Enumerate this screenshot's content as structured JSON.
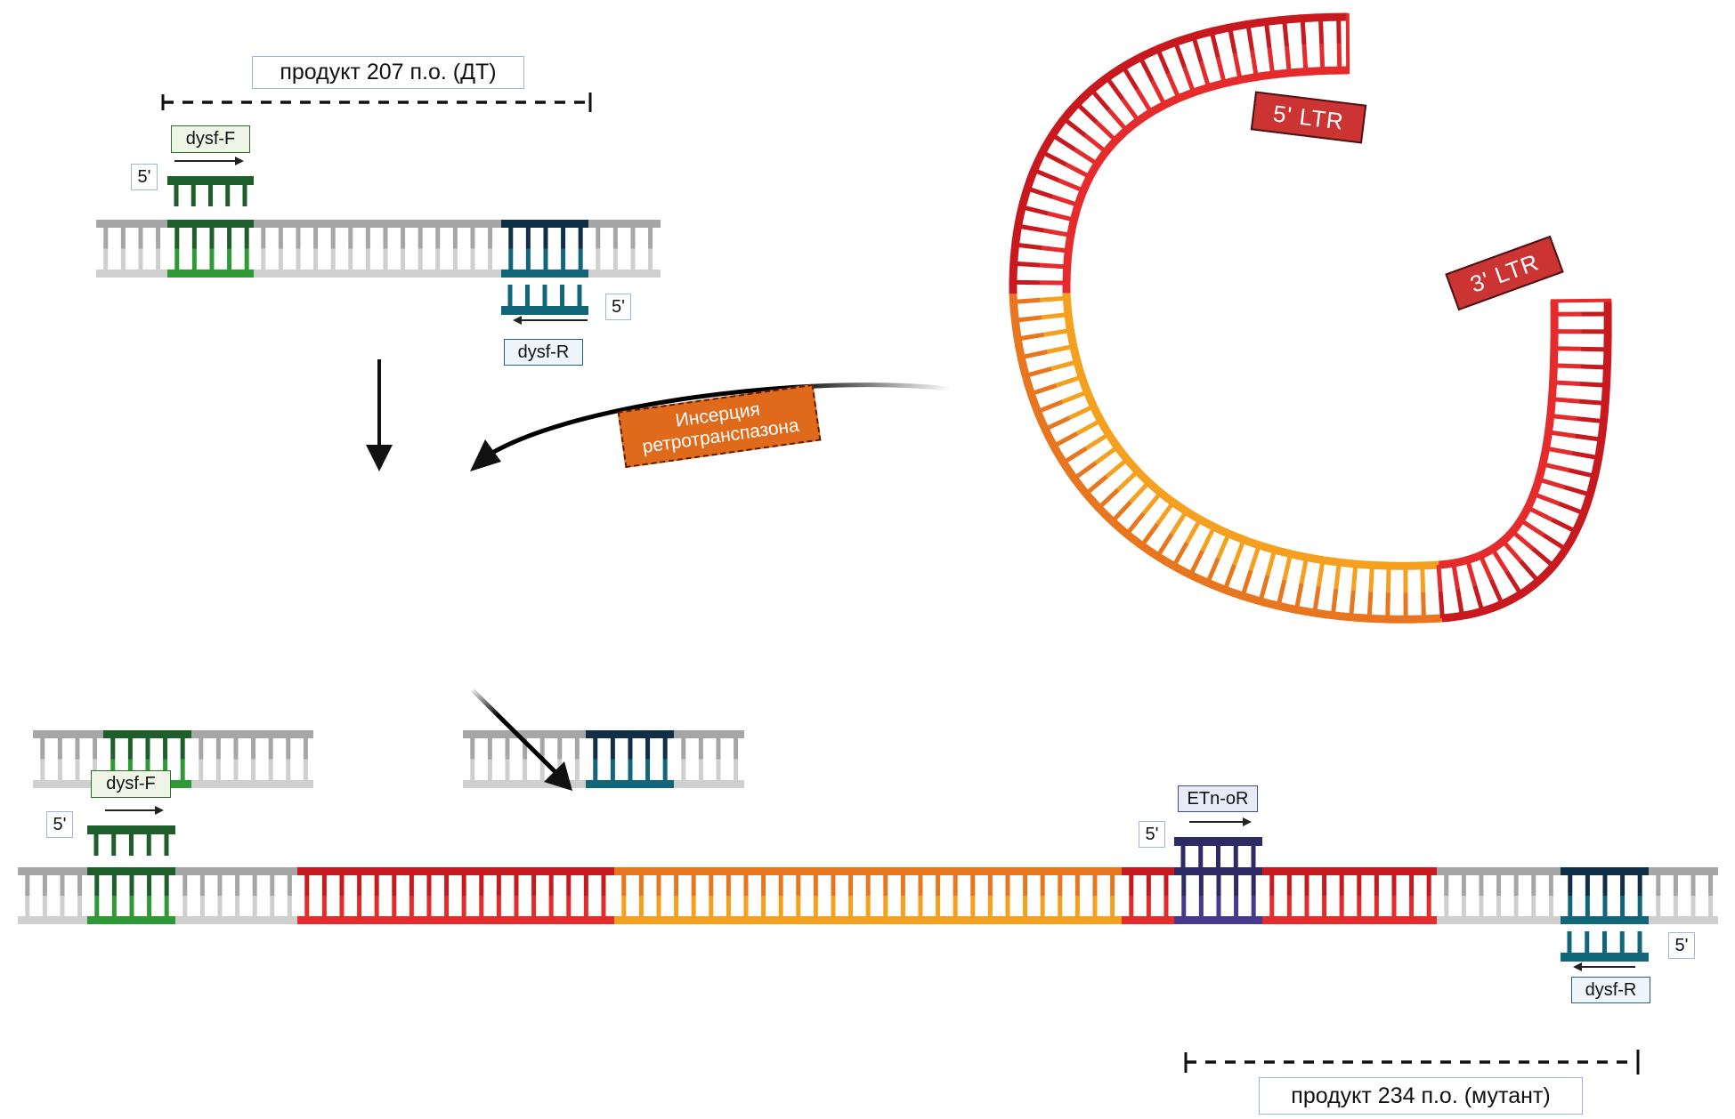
{
  "title": "Retrotransposon insertion into dysf gene and PCR genotyping scheme",
  "colors": {
    "dna_rail_top": "#A6A6A6",
    "dna_rail_bottom": "#CFCFCF",
    "primer_f_dark": "#1E5E2A",
    "primer_f_light": "#2E9A36",
    "primer_r_dark": "#0F2E48",
    "primer_r_light": "#12667A",
    "etn_dark": "#2E2A66",
    "etn_light": "#463A8F",
    "ltr_dark": "#C8191E",
    "ltr_light": "#E52B2B",
    "body_dark": "#E8761E",
    "body_light": "#F5A01E",
    "insertion_label": "#E06A1B",
    "ltr_label": "#CC3333"
  },
  "wildtype": {
    "product_label": "продукт 207 п.о. (ДТ)",
    "primer_forward": {
      "name": "dysf-F",
      "end_label": "5'"
    },
    "primer_reverse": {
      "name": "dysf-R",
      "end_label": "5'"
    }
  },
  "retrotransposon": {
    "ltr5_label": "5' LTR",
    "ltr3_label": "3' LTR",
    "insertion_label_line1": "Инсерция",
    "insertion_label_line2": "ретротранспазона"
  },
  "mutant": {
    "product_label": "продукт 234 п.о. (мутант)",
    "primer_forward": {
      "name": "dysf-F",
      "end_label": "5'"
    },
    "primer_etn": {
      "name": "ETn-oR",
      "end_label": "5'"
    },
    "primer_reverse": {
      "name": "dysf-R",
      "end_label": "5'"
    }
  }
}
